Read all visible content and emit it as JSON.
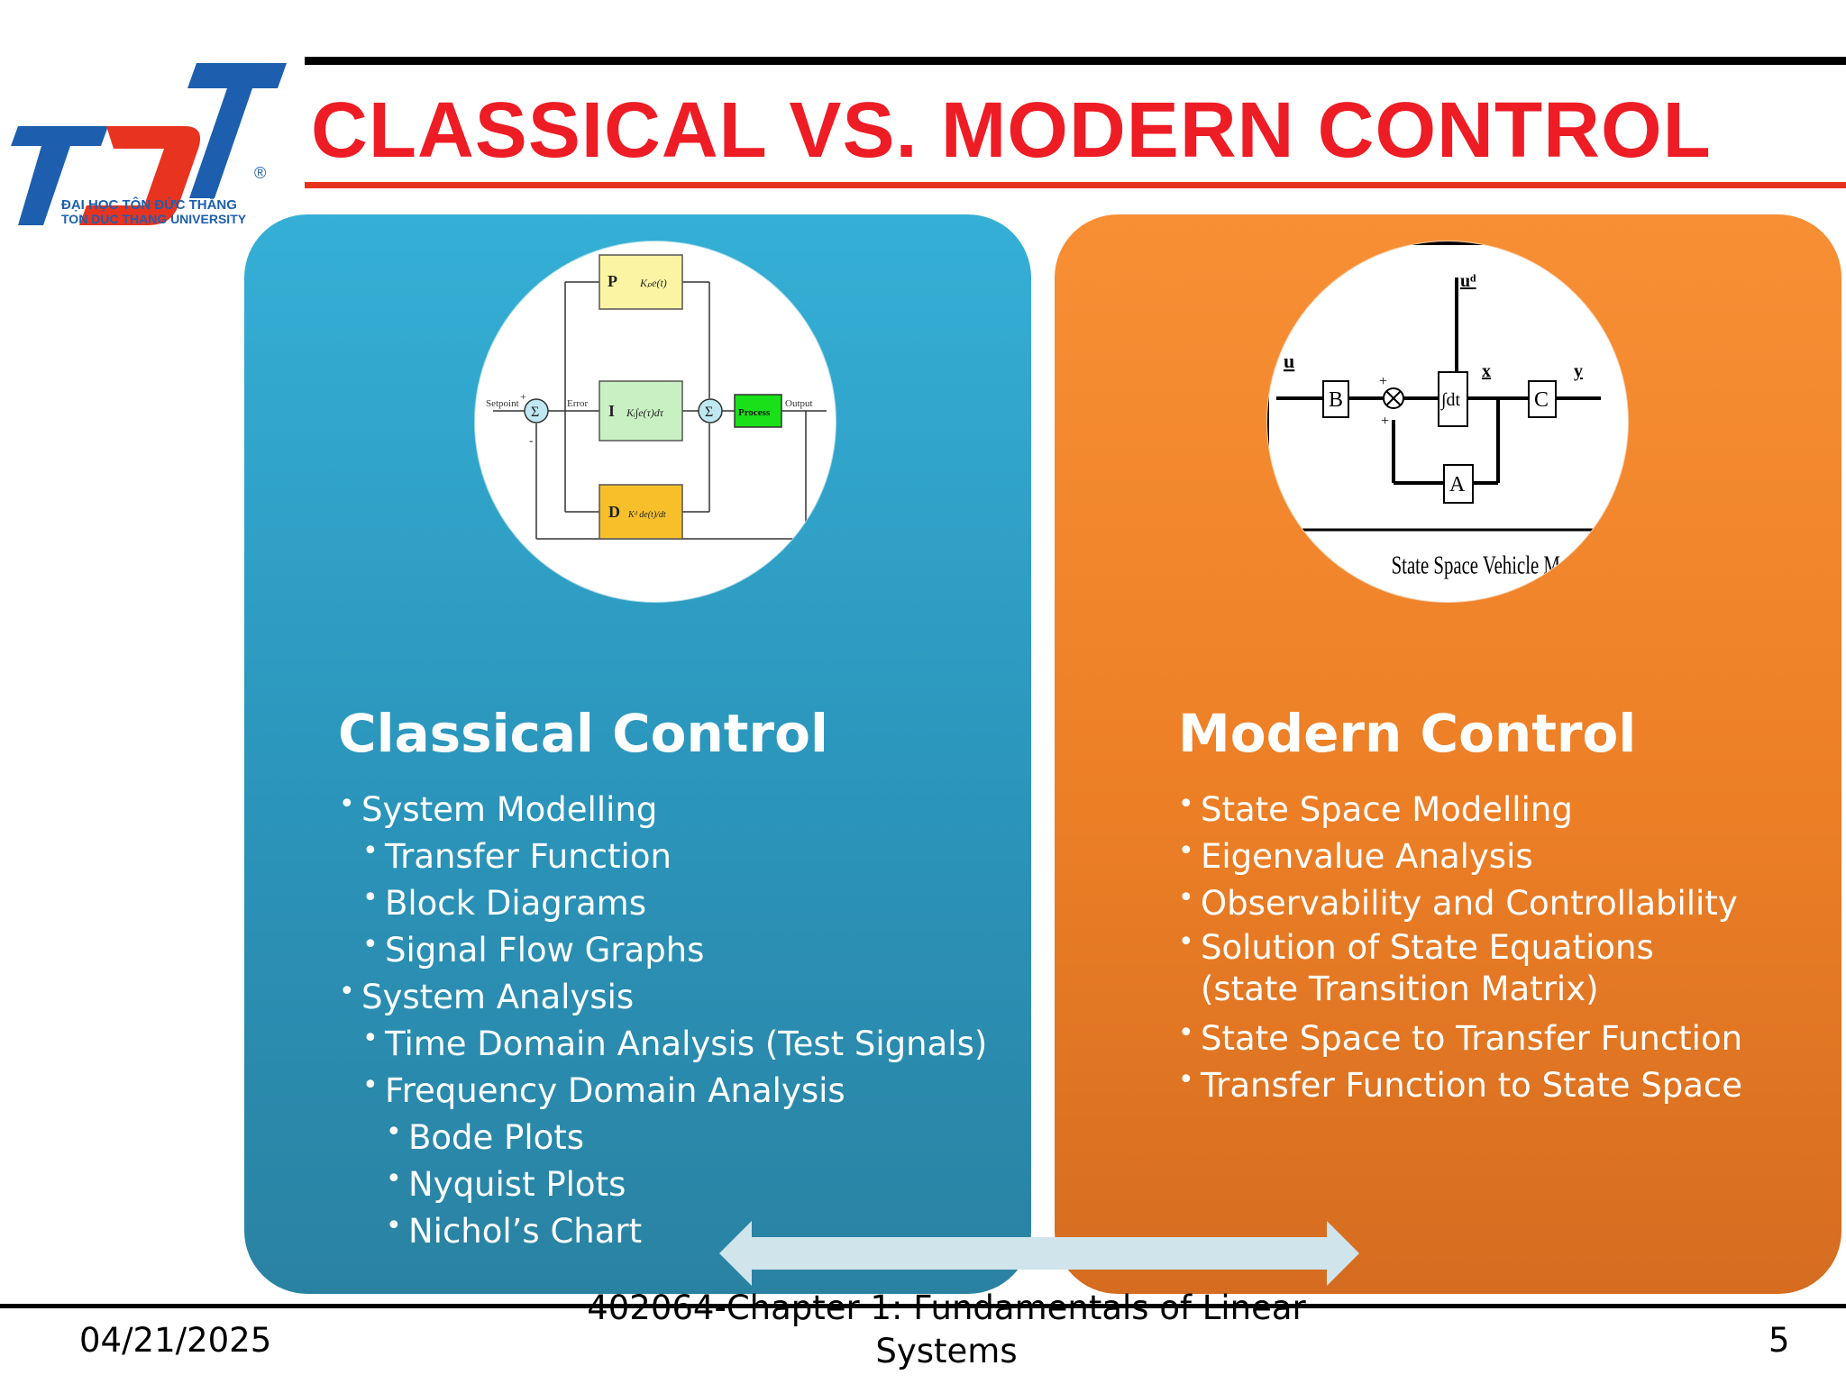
{
  "header": {
    "title": "CLASSICAL VS. MODERN CONTROL",
    "logo": {
      "letters": "TĐT",
      "name_vi": "ĐẠI HỌC TÔN ĐỨC THẮNG",
      "name_en": "TON DUC THANG UNIVERSITY",
      "registered_mark": "®"
    }
  },
  "classical": {
    "heading": "Classical Control",
    "items": [
      {
        "text": "System Modelling",
        "level": 1
      },
      {
        "text": "Transfer Function",
        "level": 2
      },
      {
        "text": "Block Diagrams",
        "level": 2
      },
      {
        "text": "Signal Flow Graphs",
        "level": 2
      },
      {
        "text": "System Analysis",
        "level": 1
      },
      {
        "text": "Time Domain Analysis (Test Signals)",
        "level": 2
      },
      {
        "text": "Frequency Domain Analysis",
        "level": 2
      },
      {
        "text": "Bode Plots",
        "level": 3
      },
      {
        "text": "Nyquist Plots",
        "level": 3
      },
      {
        "text": "Nichol’s Chart",
        "level": 3
      }
    ],
    "diagram": {
      "setpoint": "Setpoint",
      "error": "Error",
      "output": "Output",
      "process": "Process",
      "sum_symbol": "Σ",
      "plus": "+",
      "minus": "-",
      "p_label": "P",
      "p_expr": "Kₚe(t)",
      "i_label": "I",
      "i_expr": "Kᵢ∫e(τ)dτ",
      "d_label": "D",
      "d_expr": "Kᵈ de(t)/dt"
    }
  },
  "modern": {
    "heading": "Modern Control",
    "items": [
      {
        "text": "State Space Modelling",
        "level": 1
      },
      {
        "text": "Eigenvalue Analysis",
        "level": 1
      },
      {
        "text": "Observability and Controllability",
        "level": 1
      },
      {
        "text": "Solution of State Equations (state Transition Matrix)",
        "level": 1
      },
      {
        "text": "State Space to Transfer Function",
        "level": 1
      },
      {
        "text": "Transfer Function to State Space",
        "level": 1
      }
    ],
    "diagram": {
      "input_u": "u",
      "disturbance": "uᵈ",
      "state_x": "x",
      "output_y": "y",
      "block_b": "B",
      "block_a": "A",
      "block_c": "C",
      "integrator": "∫dt",
      "plus": "+",
      "caption": "State Space Vehicle Model"
    }
  },
  "footer": {
    "date": "04/21/2025",
    "course": "402064-Chapter 1: Fundamentals of Linear Systems",
    "page": "5"
  },
  "colors": {
    "title_red": "#ee1c24",
    "classical_panel": "#2b94ba",
    "modern_panel": "#ec7f26",
    "arrow": "#d0e4ec"
  }
}
